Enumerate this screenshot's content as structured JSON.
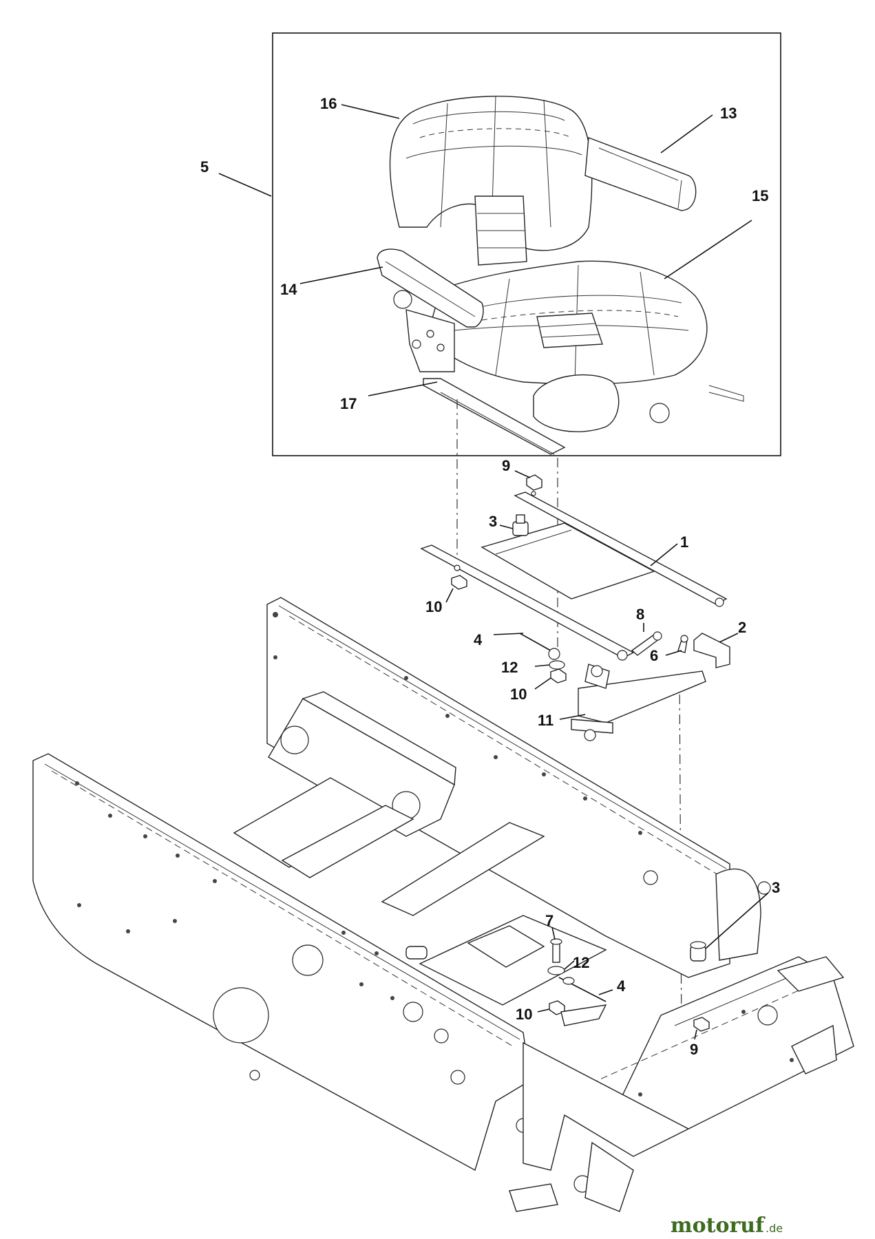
{
  "callouts": {
    "seat_assembly": "5",
    "backrest": "16",
    "armrest_right": "13",
    "cushion": "15",
    "armrest_left": "14",
    "seat_base": "17",
    "nut_top": "9",
    "bumper_top": "3",
    "mount_plate": "1",
    "nut_left": "10",
    "pin": "8",
    "bracket": "2",
    "rod": "4",
    "bolt": "6",
    "washer": "12",
    "nut_lower": "10",
    "hinge": "11",
    "bumper_right": "3",
    "bolt_frame": "7",
    "washer_frame": "12",
    "rod_frame": "4",
    "nut_frame": "10",
    "nut_right": "9"
  },
  "watermark": {
    "brand": "motoruf",
    "tld": ".de",
    "color_main": "#3d6b1f",
    "color_accent": "#d48a1a"
  }
}
